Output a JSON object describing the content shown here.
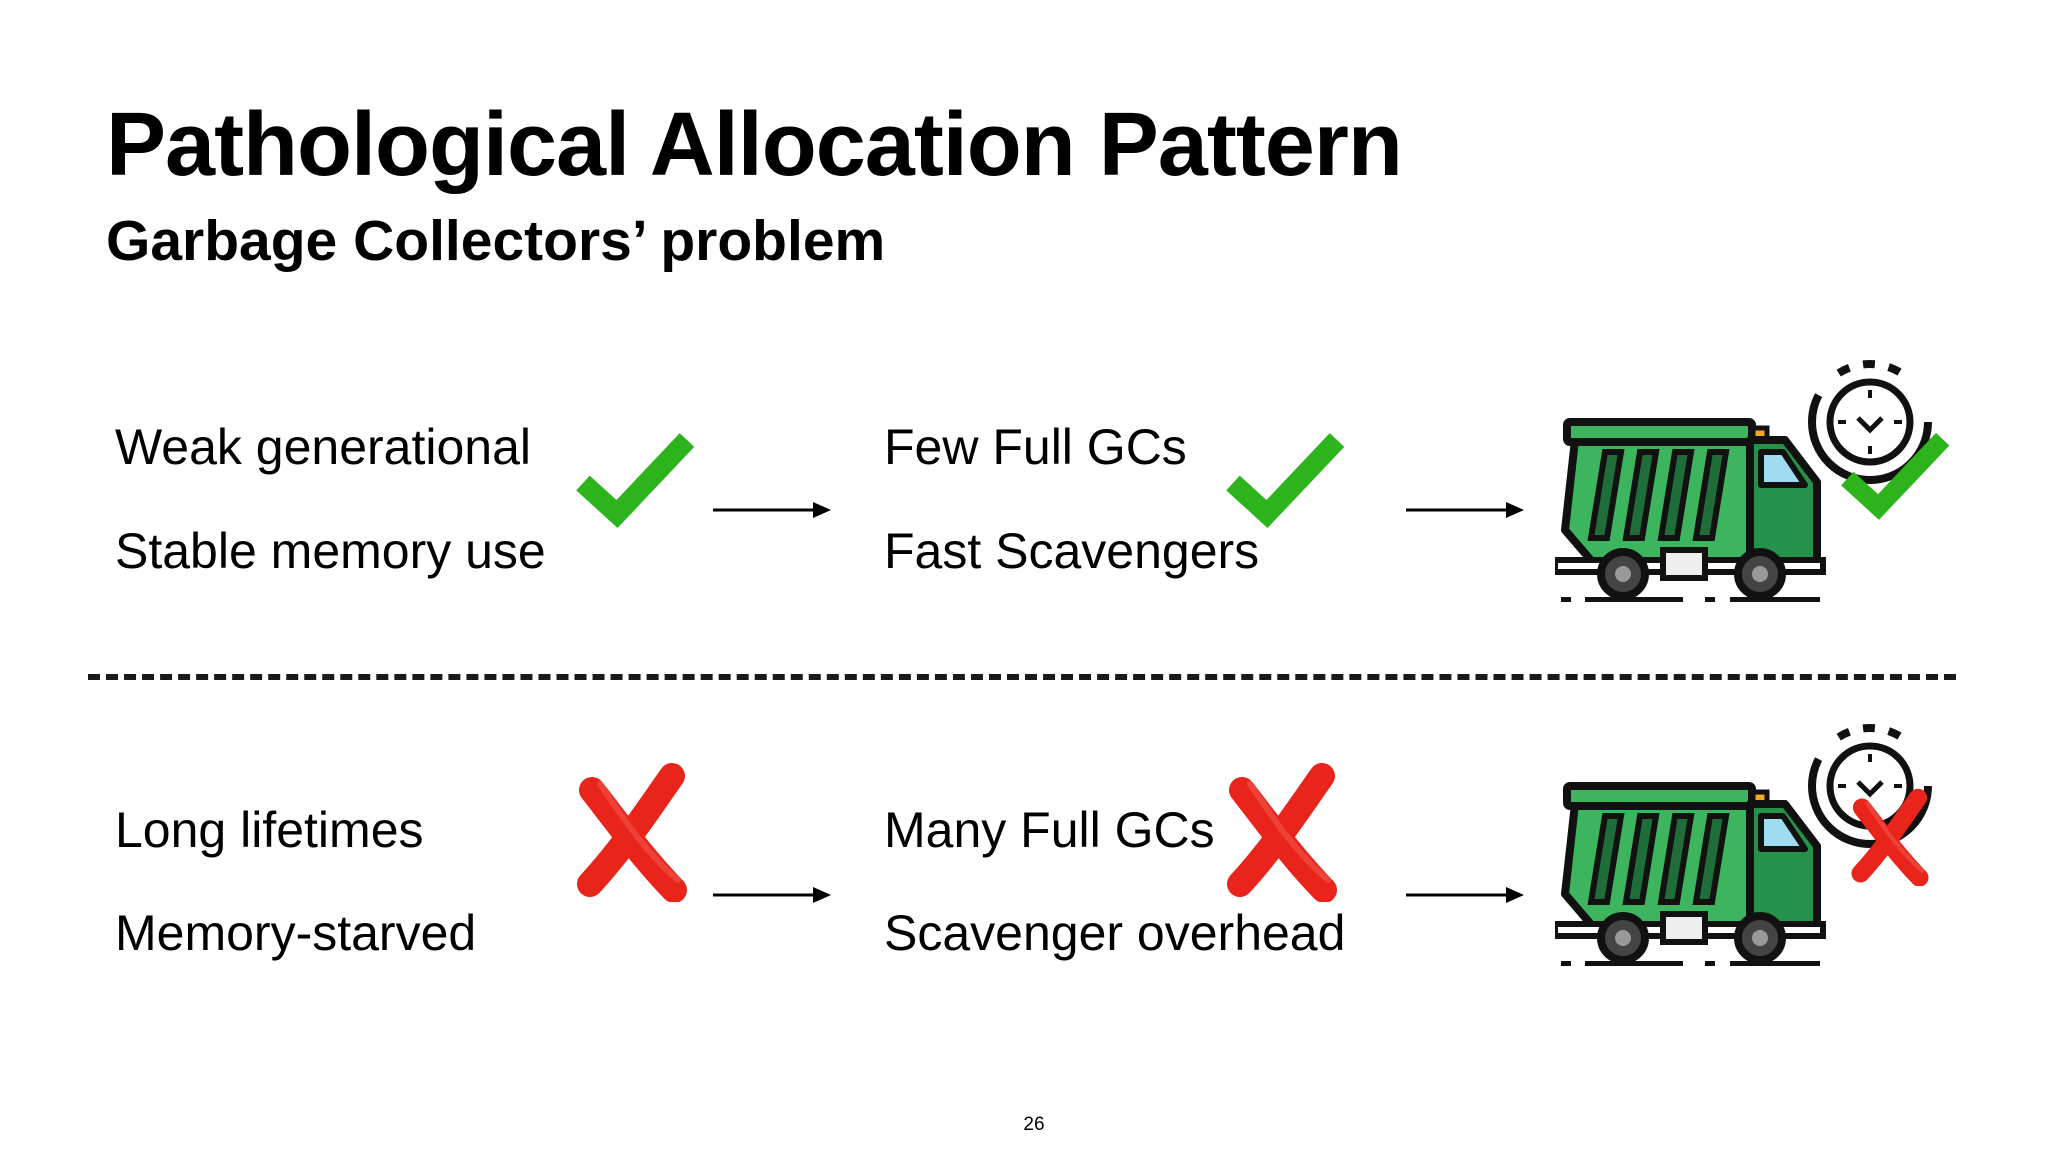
{
  "slide": {
    "title": "Pathological Allocation Pattern",
    "subtitle": "Garbage Collectors’ problem",
    "page_number": "26"
  },
  "good_row": {
    "cause_1": "Weak generational",
    "cause_2": "Stable memory use",
    "effect_1": "Few Full GCs",
    "effect_2": "Fast Scavengers",
    "status_icon": "check-icon",
    "status_color": "#2db31b"
  },
  "bad_row": {
    "cause_1": "Long lifetimes",
    "cause_2": "Memory-starved",
    "effect_1": "Many Full GCs",
    "effect_2": "Scavenger overhead",
    "status_icon": "cross-icon",
    "status_color": "#e8241b"
  },
  "colors": {
    "truck_green": "#3cb55e",
    "truck_dark_green": "#25914a",
    "truck_outline": "#111111",
    "truck_window": "#9fdcf2",
    "truck_light": "#f5a623"
  }
}
